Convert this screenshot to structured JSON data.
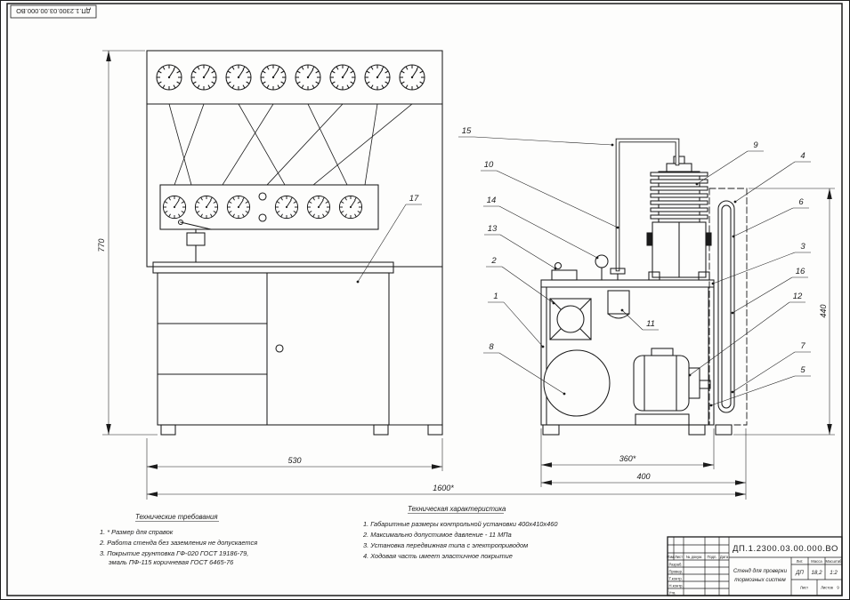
{
  "corner_stamp": "ДП.1.2300.03.00.000.ВО",
  "callouts": {
    "n1": "1",
    "n2": "2",
    "n3": "3",
    "n4": "4",
    "n5": "5",
    "n6": "6",
    "n7": "7",
    "n8": "8",
    "n9": "9",
    "n10": "10",
    "n11": "11",
    "n12": "12",
    "n13": "13",
    "n14": "14",
    "n15": "15",
    "n16": "16",
    "n17": "17"
  },
  "dimensions": {
    "stand_width": "530",
    "stand_height": "770",
    "overall_length": "1600*",
    "unit_width": "360*",
    "unit_base": "400",
    "unit_height": "440"
  },
  "tech_requirements": {
    "title": "Технические требования",
    "lines": [
      "1. * Размер для справок",
      "2. Работа стенда без заземления не допускается",
      "3. Покрытие грунтовка ГФ-020 ГОСТ 19186-79,",
      "эмаль ПФ-115 коричневая ГОСТ 6465-76"
    ]
  },
  "tech_characteristics": {
    "title": "Техническая характеристика",
    "lines": [
      "1. Габаритные размеры контрольной установки 400х410х460",
      "2. Максимально допустимое давление - 11 МПа",
      "3. Установка передвижная типа с электроприводом",
      "4. Ходовая часть имеет эластичное покрытие"
    ]
  },
  "title_block": {
    "doc_number": "ДП.1.2300.03.00.000.ВО",
    "caption_line1": "Стенд для проверки",
    "caption_line2": "тормозных систем",
    "col_izm": "Изм.",
    "col_list": "Лист",
    "col_dokum": "№ докум.",
    "col_podp": "Подп.",
    "col_data": "Дата",
    "row_razrab": "Разраб.",
    "row_prover": "Провер.",
    "row_tkontr": "Т.контр.",
    "row_nkontr": "Н.контр.",
    "row_utv": "Утв.",
    "lit_header": "Лит.",
    "mass_header": "Масса",
    "scale_header": "Масштаб",
    "lit_value": "ДП",
    "mass_value": "18,2",
    "scale_value": "1:2",
    "sheet_label": "Лист",
    "sheets_label": "Листов",
    "sheets_value": "9"
  }
}
